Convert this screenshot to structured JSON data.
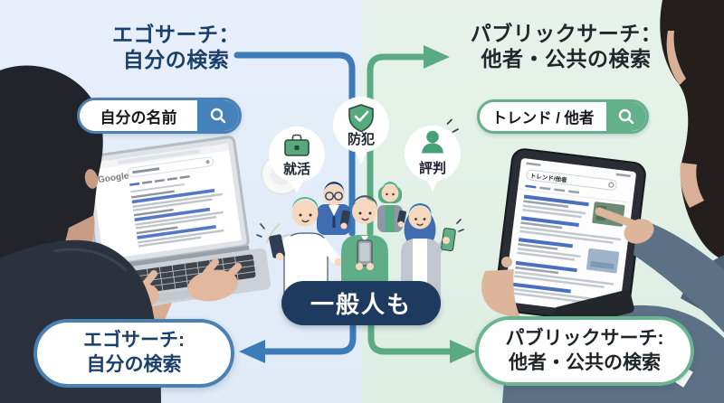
{
  "titles": {
    "top_left": {
      "line1": "エゴサーチ：",
      "line2": "自分の検索"
    },
    "top_right": {
      "line1": "パブリックサーチ：",
      "line2": "他者・公共の検索"
    }
  },
  "search_pills": {
    "left": {
      "query": "自分の名前"
    },
    "right": {
      "query": "トレンド / 他者"
    }
  },
  "bubbles": [
    {
      "label": "就活",
      "icon": "briefcase-icon"
    },
    {
      "label": "防犯",
      "icon": "shield-check-icon"
    },
    {
      "label": "評判",
      "icon": "person-icon"
    }
  ],
  "center_pill": {
    "label": "一般人も"
  },
  "bottom_pills": {
    "left": {
      "line1": "エゴサーチ:",
      "line2": "自分の検索"
    },
    "right": {
      "line1": "パブリックサーチ:",
      "line2": "他者・公共の検索"
    }
  },
  "devices": {
    "laptop": {
      "logo": "Google"
    },
    "tablet": {
      "query": "トレンド/他者"
    }
  },
  "colors": {
    "bg_left": "#e3edf8",
    "bg_right": "#e5f1e9",
    "accent_blue": "#3d7ab8",
    "accent_green": "#5aab84",
    "navy_pill": "#1e3a5e",
    "title_blue": "#1b3f6b",
    "title_dark": "#22272c"
  }
}
